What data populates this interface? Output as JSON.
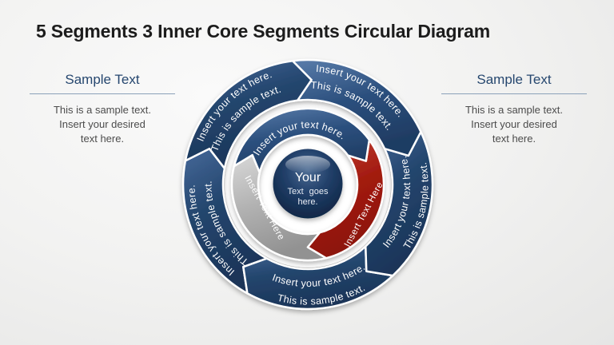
{
  "slide": {
    "title": "5 Segments 3 Inner Core Segments Circular Diagram"
  },
  "left_panel": {
    "heading": "Sample Text",
    "body_lines": [
      "This is a sample text.",
      "Insert your desired",
      "text here."
    ]
  },
  "right_panel": {
    "heading": "Sample Text",
    "body_lines": [
      "This is a sample text.",
      "Insert your desired",
      "text here."
    ]
  },
  "diagram": {
    "outer_segments": [
      {
        "position": "top-right",
        "line1": "Insert your text here.",
        "line2": "This is sample text."
      },
      {
        "position": "right",
        "line1": "Insert your text here.",
        "line2": "This is sample text."
      },
      {
        "position": "bottom",
        "line1": "Insert your text here.",
        "line2": "This is sample text."
      },
      {
        "position": "left",
        "line1": "Insert your text here.",
        "line2": "This is sample text."
      },
      {
        "position": "top-left",
        "line1": "Insert your text here.",
        "line2": "This is sample text."
      }
    ],
    "inner_segments": [
      {
        "color_name": "blue",
        "label": "Insert your text here."
      },
      {
        "color_name": "red",
        "label": "Insert Text Here"
      },
      {
        "color_name": "gray",
        "label": "Insert Text Here"
      }
    ],
    "core": {
      "line1": "Your",
      "line2": "Text goes",
      "line3": "here."
    },
    "colors": {
      "navy": "#24466e",
      "navy_light": "#46699a",
      "red": "#a81e14",
      "gray": "#b5b5b5",
      "core_navy": "#16304f",
      "heading_blue": "#26476f",
      "body_gray": "#4c4c4c",
      "outline_white": "#ffffff"
    }
  }
}
